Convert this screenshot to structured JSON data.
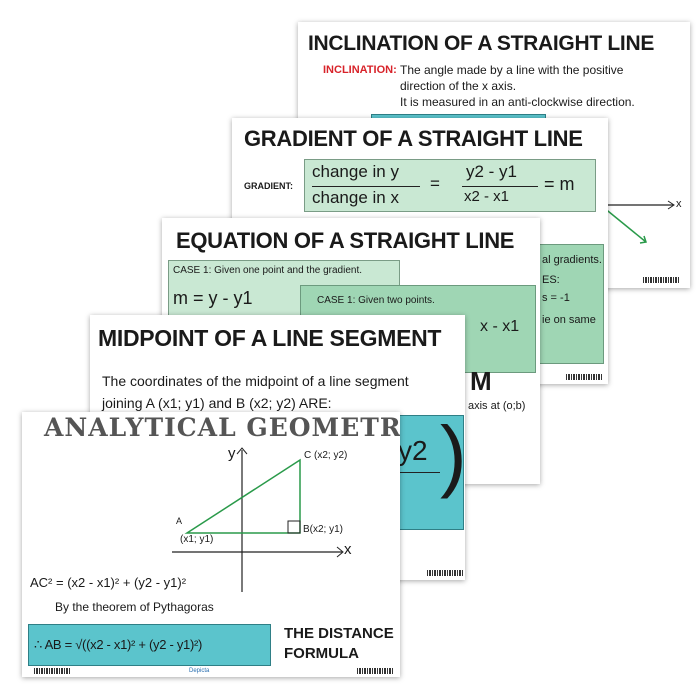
{
  "inclination": {
    "title": "INCLINATION OF A STRAIGHT LINE",
    "label": "INCLINATION:",
    "line1": "The angle made by a line with the positive",
    "line2": "direction of the x axis.",
    "line3": "It is measured in an anti-clockwise direction.",
    "axis_label": "x",
    "right_fragments": [
      "al gradients.",
      "ES:",
      "s = -1",
      "ie on same"
    ]
  },
  "gradient": {
    "title": "GRADIENT OF A STRAIGHT LINE",
    "label": "GRADIENT:",
    "num1": "change in y",
    "den1": "change in x",
    "eq": "=",
    "num2": "y2 - y1",
    "den2": "x2 - x1",
    "result": "= m"
  },
  "equation": {
    "title": "EQUATION OF A STRAIGHT LINE",
    "case1": "CASE 1:   Given one point and the gradient.",
    "formula1": "m = y - y1",
    "case2": "CASE 1:   Given two points.",
    "formula2": "x - x1"
  },
  "midpoint": {
    "title": "MIDPOINT OF A LINE SEGMENT",
    "line1": "The coordinates of the midpoint of a line segment",
    "line2": "joining  A (x1; y1)  and  B (x2; y2)  ARE:",
    "fragment_m": "M",
    "fragment_axis": "axis at (o;b)",
    "fragment_y2": "y2"
  },
  "analytical": {
    "title": "ANALYTICAL GEOMETRY",
    "y_axis": "y",
    "x_axis": "x",
    "point_a": "A",
    "point_a_coords": "(x1; y1)",
    "point_b": "B(x2; y1)",
    "point_c": "C (x2; y2)",
    "ac_formula": "AC² = (x2 - x1)² + (y2 - y1)²",
    "pythagoras": "By the theorem of Pythagoras",
    "distance_formula": "∴ AB = √((x2 - x1)² + (y2 - y1)²)",
    "distance_title1": "THE DISTANCE",
    "distance_title2": "FORMULA",
    "brand": "Depicta"
  }
}
